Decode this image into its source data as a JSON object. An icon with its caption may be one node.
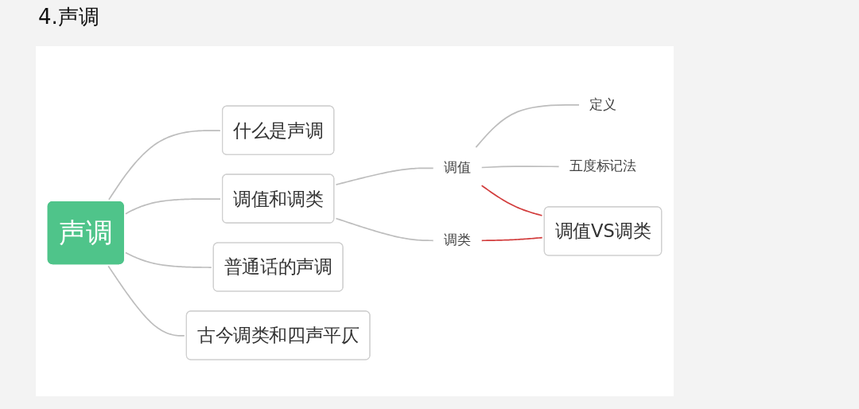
{
  "diagram": {
    "title": "4.声调",
    "nodes": [
      {
        "text": [
          "声调"
        ]
      },
      {
        "text": [
          "什么是声调"
        ]
      },
      {
        "text": [
          "调值和调类"
        ]
      },
      {
        "text": [
          "调值"
        ]
      },
      {
        "text": [
          "定义"
        ]
      },
      {
        "text": [
          "五度标记法"
        ]
      },
      {
        "text": [
          "调类"
        ]
      },
      {
        "text": [
          "调值VS调类"
        ]
      },
      {
        "text": [
          "普通话的声调"
        ]
      },
      {
        "text": [
          "古今调类和四声平仄"
        ]
      }
    ],
    "edges": [
      {
        "from": 0,
        "to": 1,
        "arrow": "none"
      },
      {
        "from": 0,
        "to": 2,
        "arrow": "none"
      },
      {
        "from": 2,
        "to": 3,
        "arrow": "none"
      },
      {
        "from": 3,
        "to": 4,
        "arrow": "none"
      },
      {
        "from": 3,
        "to": 5,
        "arrow": "none"
      },
      {
        "from": 2,
        "to": 6,
        "arrow": "none"
      },
      {
        "from": 3,
        "to": 7,
        "arrow": "none",
        "color": "#d23c3c"
      },
      {
        "from": 6,
        "to": 7,
        "arrow": "none",
        "color": "#d23c3c"
      },
      {
        "from": 0,
        "to": 8,
        "arrow": "none"
      },
      {
        "from": 0,
        "to": 9,
        "arrow": "none"
      }
    ]
  }
}
